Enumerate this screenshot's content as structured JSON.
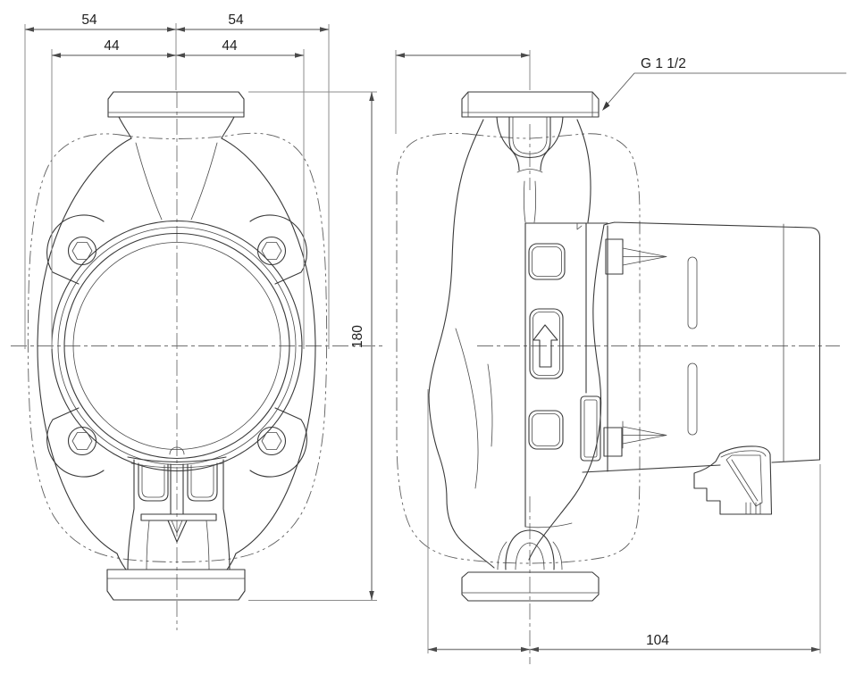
{
  "drawing": {
    "front_view": {
      "dim_top_outer_left": "54",
      "dim_top_outer_right": "54",
      "dim_top_inner_left": "44",
      "dim_top_inner_right": "44",
      "dim_height": "180"
    },
    "side_view": {
      "thread_label": "G 1 1/2",
      "dim_depth": "104"
    },
    "colors": {
      "background": "#ffffff",
      "object_line": "#3a3a3a",
      "dimension_line": "#8c8c8c",
      "text": "#1f1f1f"
    }
  }
}
